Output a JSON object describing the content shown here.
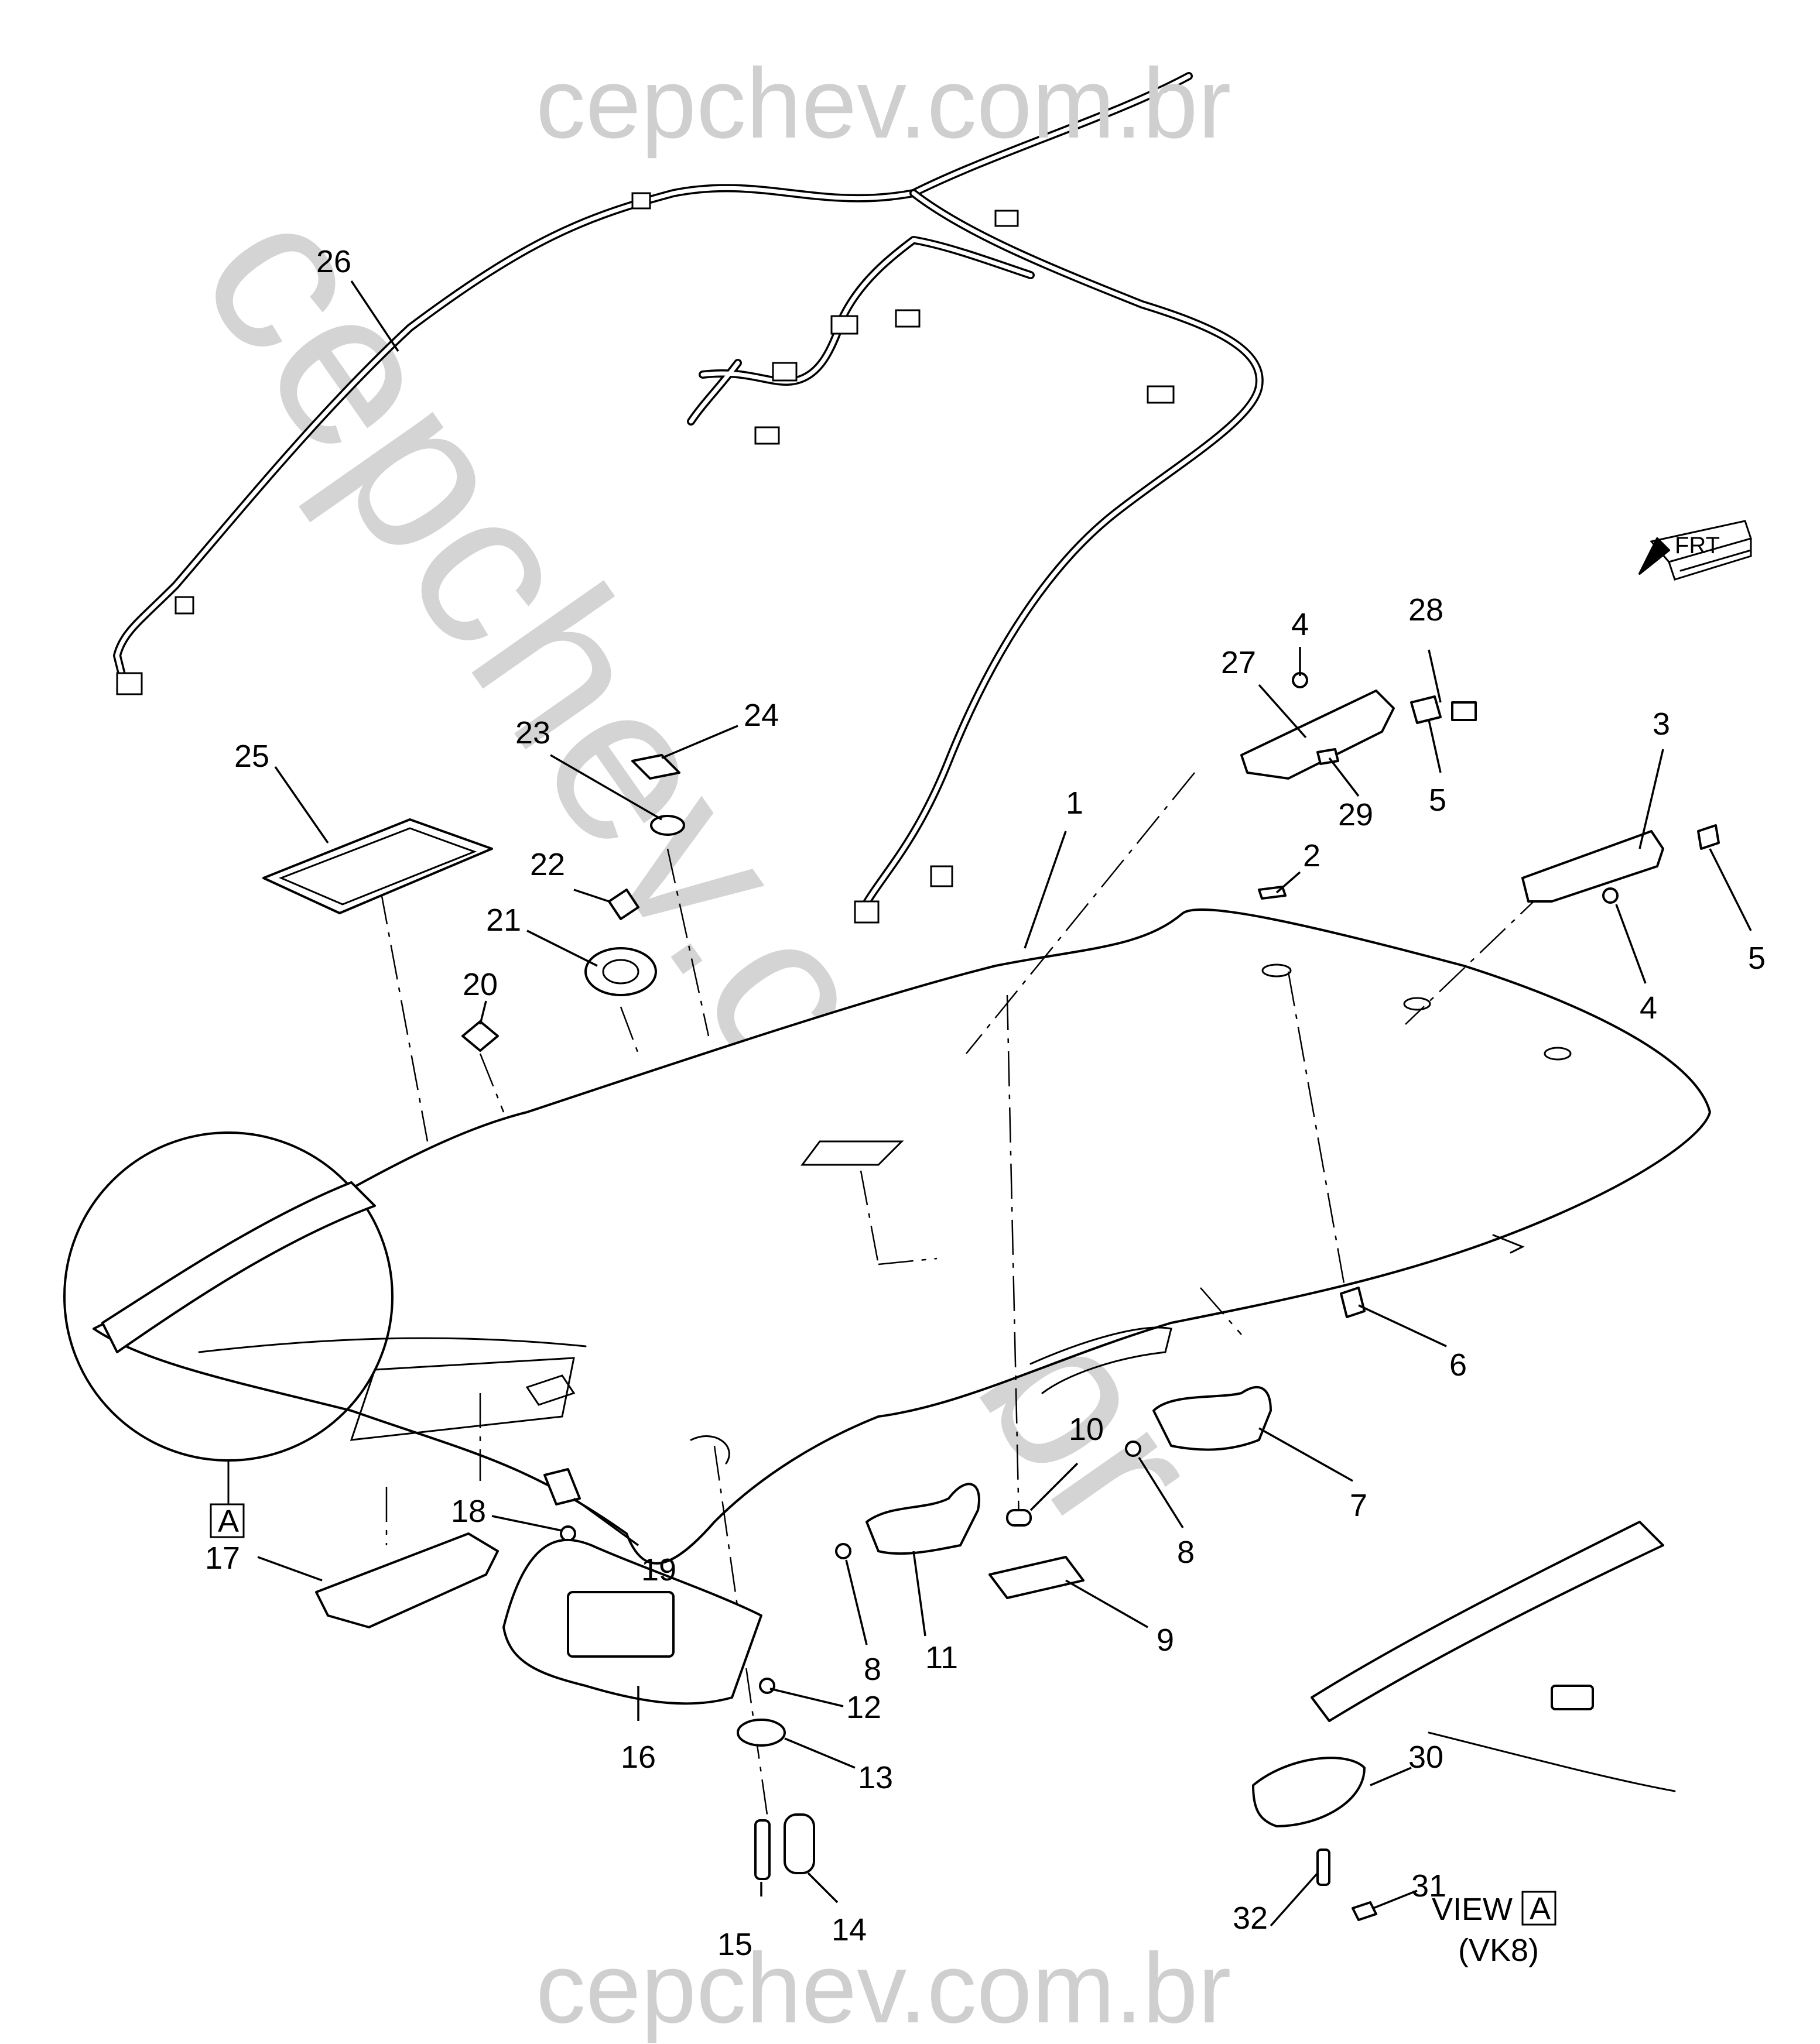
{
  "watermarks": {
    "top": "cepchev.com.br",
    "bottom": "cepchev.com.br",
    "diagonal": "cepchev.com.br"
  },
  "callouts": {
    "c1": "1",
    "c2": "2",
    "c3": "3",
    "c4a": "4",
    "c4b": "4",
    "c5a": "5",
    "c5b": "5",
    "c6": "6",
    "c7": "7",
    "c8a": "8",
    "c8b": "8",
    "c9": "9",
    "c10": "10",
    "c11": "11",
    "c12": "12",
    "c13": "13",
    "c14": "14",
    "c15": "15",
    "c16": "16",
    "c17": "17",
    "c18": "18",
    "c19": "19",
    "c20": "20",
    "c21": "21",
    "c22": "22",
    "c23": "23",
    "c24": "24",
    "c25": "25",
    "c26": "26",
    "c27": "27",
    "c28": "28",
    "c29": "29",
    "c30": "30",
    "c31": "31",
    "c32": "32"
  },
  "view_marker": {
    "letter": "A"
  },
  "view_label": {
    "prefix": "VIEW",
    "letter": "A",
    "code": "(VK8)"
  },
  "front_arrow": {
    "text": "FRT"
  }
}
